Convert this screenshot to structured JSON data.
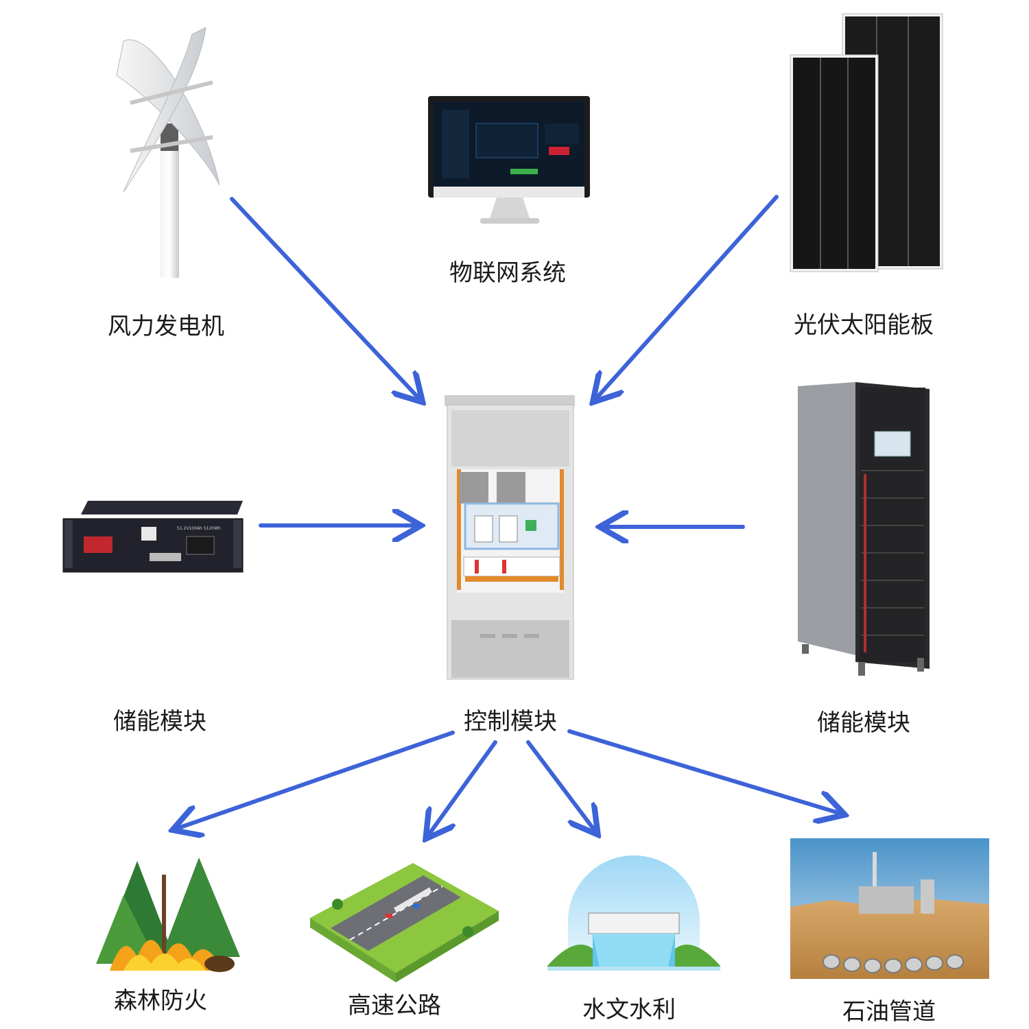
{
  "colors": {
    "arrow": "#3d63d8",
    "panel": "#1b1b1b",
    "cabinet": "#d8d8d8"
  },
  "sources": {
    "wind": "风力发电机",
    "iot": "物联网系统",
    "solar": "光伏太阳能板",
    "battery_left": "储能模块",
    "battery_right": "储能模块"
  },
  "center": {
    "control": "控制模块"
  },
  "applications": {
    "forest": "森林防火",
    "highway": "高速公路",
    "hydro": "水文水利",
    "oil": "石油管道"
  }
}
